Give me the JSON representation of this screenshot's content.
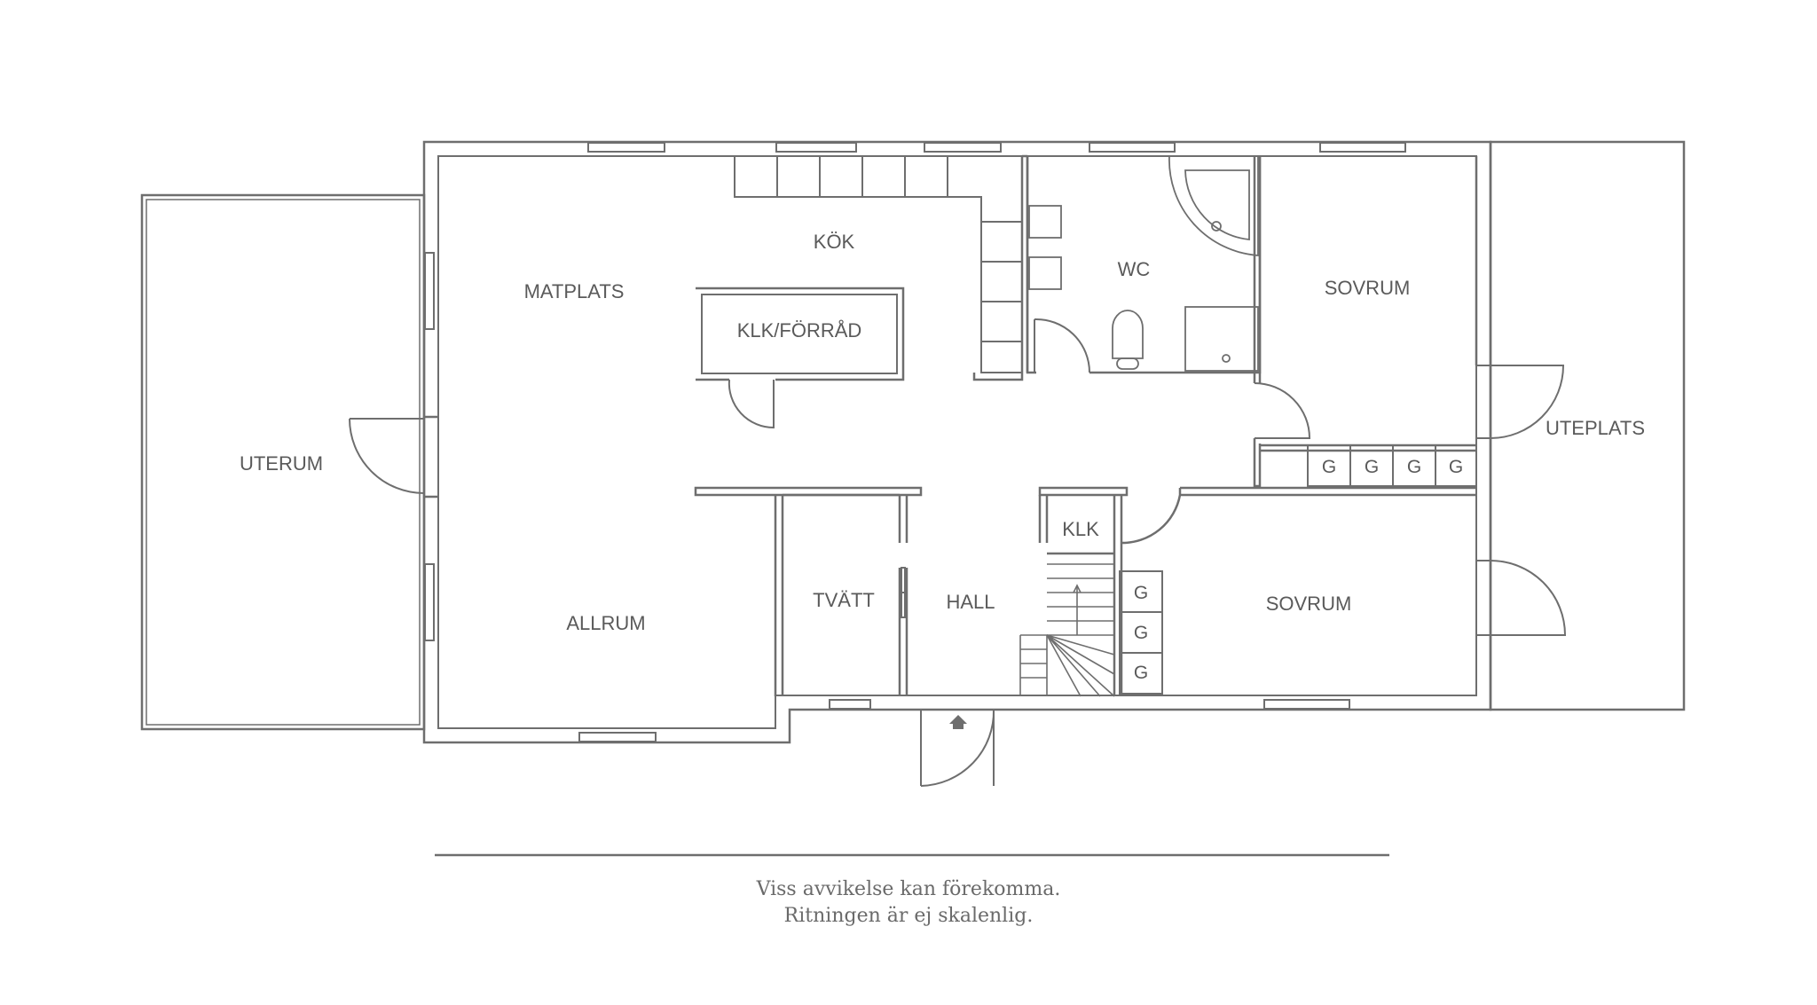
{
  "rooms": {
    "uterum": "UTERUM",
    "matplats": "MATPLATS",
    "kok": "KÖK",
    "klk_forrad": "KLK/FÖRRÅD",
    "wc": "WC",
    "sovrum_1": "SOVRUM",
    "uteplats": "UTEPLATS",
    "allrum": "ALLRUM",
    "tvatt": "TVÄTT",
    "hall": "HALL",
    "klk": "KLK",
    "sovrum_2": "SOVRUM"
  },
  "closet_mark": "G",
  "footer": {
    "line1": "Viss avvikelse kan förekomma.",
    "line2": "Ritningen är ej skalenlig."
  },
  "colors": {
    "wall": "#6e6e6e",
    "text": "#5a5a5a"
  }
}
